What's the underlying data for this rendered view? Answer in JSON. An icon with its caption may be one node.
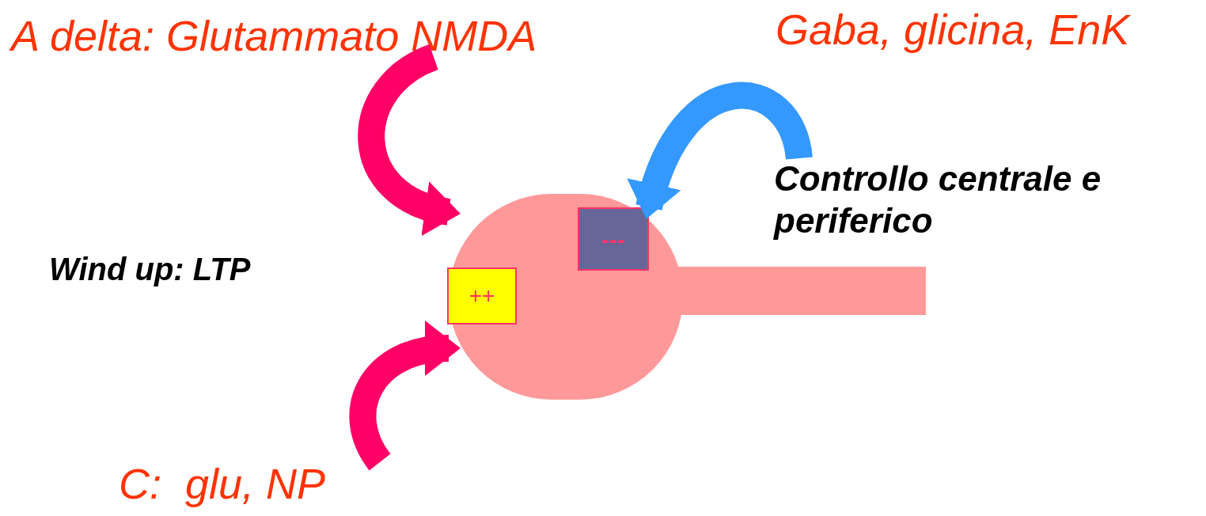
{
  "diagram": {
    "nodes": [
      {
        "text": [
          "A delta: Glutammato NMDA"
        ]
      },
      {
        "text": [
          "Gaba, glicina, EnK"
        ]
      },
      {
        "text": [
          "Controllo centrale e periferico"
        ]
      },
      {
        "text": [
          "Wind up: LTP"
        ]
      },
      {
        "text": [],
        "shape": "circle"
      },
      {
        "text": [
          "++"
        ],
        "in": 4
      },
      {
        "text": [
          "---"
        ],
        "in": 4
      },
      {
        "text": [
          "C:  glu, NP"
        ]
      }
    ],
    "edges": [
      {
        "from": 0,
        "to": 4,
        "arrow": "to"
      },
      {
        "from": 7,
        "to": 4,
        "arrow": "to"
      },
      {
        "from": 2,
        "to": 6,
        "arrow": "to",
        "color": "#3399ff"
      }
    ]
  }
}
